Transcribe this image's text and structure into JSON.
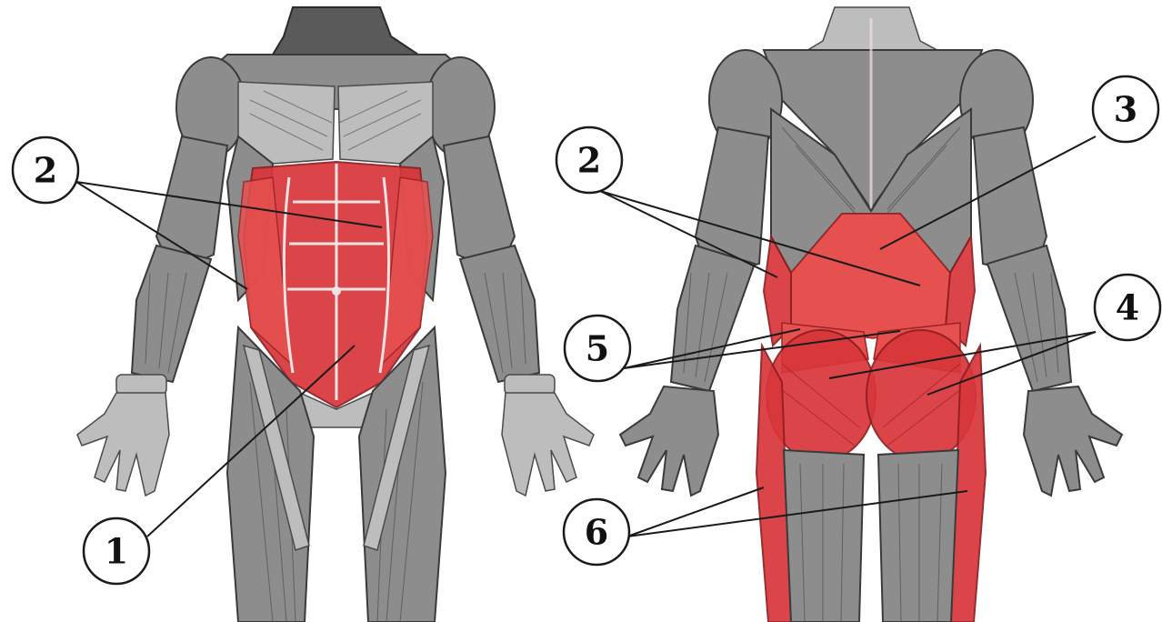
{
  "colors": {
    "highlight": "#d8363a",
    "muscle": "#8d8d8d",
    "background": "#ffffff"
  },
  "callouts": [
    {
      "id": "front-2",
      "label": "2"
    },
    {
      "id": "front-1",
      "label": "1"
    },
    {
      "id": "back-2",
      "label": "2"
    },
    {
      "id": "back-3",
      "label": "3"
    },
    {
      "id": "back-5",
      "label": "5"
    },
    {
      "id": "back-4",
      "label": "4"
    },
    {
      "id": "back-6",
      "label": "6"
    }
  ]
}
